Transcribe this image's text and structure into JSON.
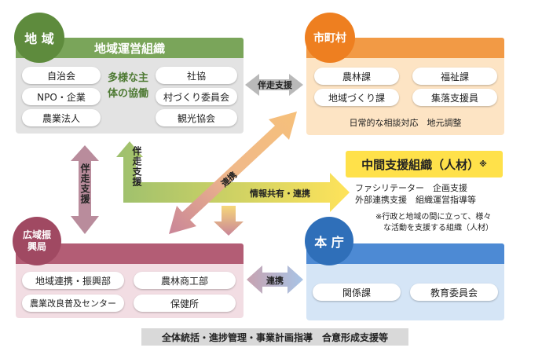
{
  "region": {
    "circle": "地 域",
    "header": "地域運営組織",
    "left_items": [
      "自治会",
      "NPO・企業",
      "農業法人"
    ],
    "center_label": "多様な主体の協働",
    "right_items": [
      "社協",
      "村づくり委員会",
      "観光協会"
    ]
  },
  "municipality": {
    "circle": "市町村",
    "items": [
      "農林課",
      "福祉課",
      "地域づくり課",
      "集落支援員"
    ],
    "note": "日常的な相談対応　地元調整"
  },
  "intermediate": {
    "title": "中間支援組織（人材）",
    "star": "※",
    "line1": "ファシリテーター　企画支援",
    "line2": "外部連携支援　組織運営指導等",
    "footnote1": "※行政と地域の間に立って、様々",
    "footnote2": "な活動を支援する組織（人材）"
  },
  "wide_area": {
    "circle": "広域振興局",
    "items": [
      "地域連携・振興部",
      "農林商工部",
      "農業改良普及センター",
      "保健所"
    ]
  },
  "prefecture": {
    "circle": "本 庁",
    "items": [
      "関係課",
      "教育委員会"
    ]
  },
  "arrows": {
    "support_top": "伴走支援",
    "support_left": "伴走支援",
    "support_mid": "伴走支援",
    "renkei_diag": "連携",
    "info_share": "情報共有・連携",
    "renkei_bottom": "連携"
  },
  "bottom_bar": "全体統括・進捗管理・事業計画指導　合意形成支援等",
  "colors": {
    "green": "#6f9a4c",
    "green_dark": "#4e7a33",
    "orange": "#ef8a2d",
    "orange_panel": "#fde7c8",
    "blue": "#3d7cc7",
    "blue_panel": "#d6e6f6",
    "maroon": "#a64f66",
    "maroon_panel": "#f3dde3",
    "gray_panel": "#dcdcdc",
    "yellow": "#ffe14a"
  }
}
